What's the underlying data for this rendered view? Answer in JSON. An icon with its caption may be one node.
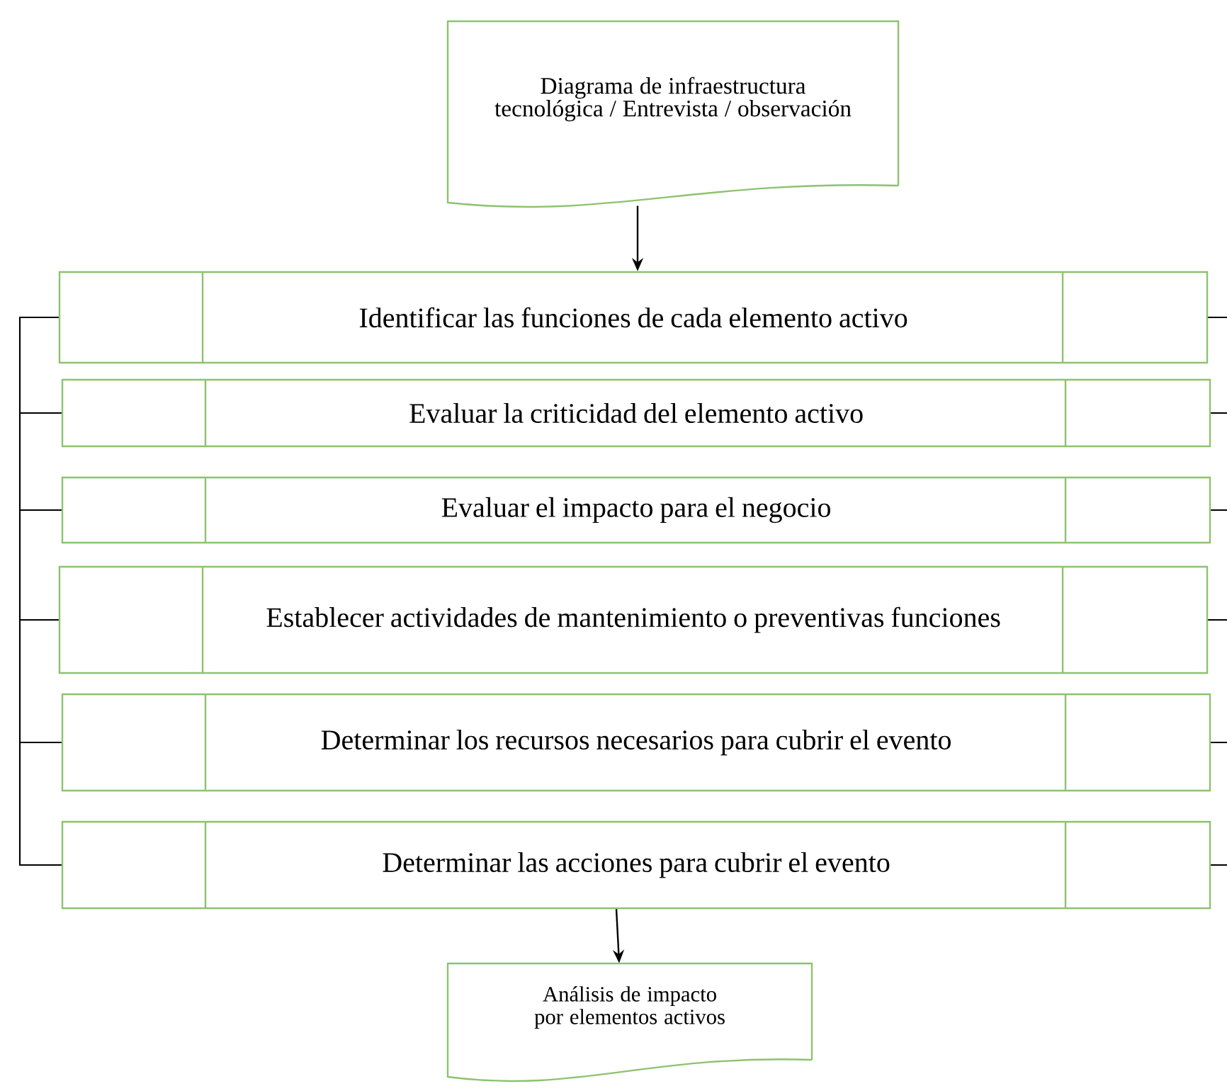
{
  "diagram": {
    "nodes": [
      {
        "text": [
          "Diagrama  de infraestructura tecnológica / Entrevista / observación"
        ]
      },
      {
        "text": [
          "Identificar las funciones de cada elemento activo"
        ]
      },
      {
        "text": [
          "Evaluar la criticidad del elemento activo"
        ]
      },
      {
        "text": [
          "Evaluar el impacto para el negocio"
        ]
      },
      {
        "text": [
          "Establecer actividades de mantenimiento o preventivas funciones"
        ]
      },
      {
        "text": [
          "Determinar los recursos necesarios para cubrir el evento"
        ]
      },
      {
        "text": [
          "Determinar las acciones para cubrir el evento"
        ]
      },
      {
        "text": [
          "Análisis de impacto por elementos activos"
        ]
      }
    ],
    "edges": [
      {
        "from": 0,
        "to": 1,
        "arrow": "to"
      },
      {
        "from": 6,
        "to": 7,
        "arrow": "to"
      }
    ]
  }
}
